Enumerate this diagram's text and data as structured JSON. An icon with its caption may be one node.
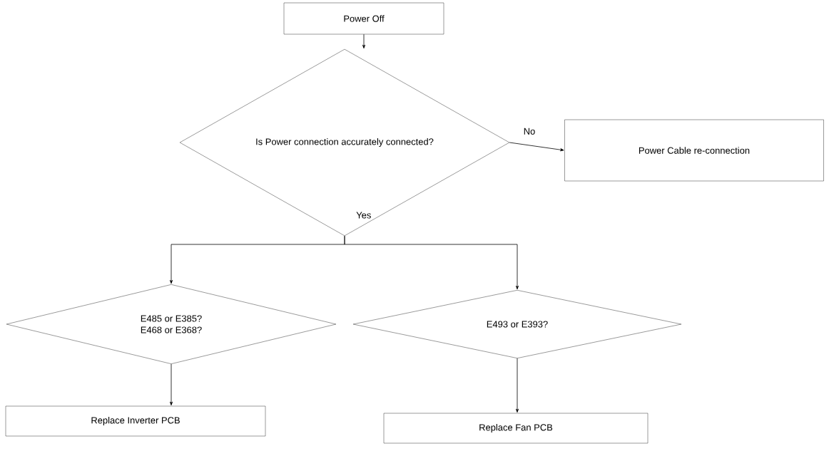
{
  "diagram": {
    "nodes": [
      {
        "text": [
          "Power Off"
        ]
      },
      {
        "text": [
          "Is Power connection accurately connected?"
        ]
      },
      {
        "text": [
          "Power Cable re-connection"
        ]
      },
      {
        "text": [
          "E485 or E385?",
          "E468 or E368?"
        ]
      },
      {
        "text": [
          "E493 or E393?"
        ]
      },
      {
        "text": [
          "Replace Inverter PCB"
        ]
      },
      {
        "text": [
          "Replace Fan PCB"
        ]
      }
    ],
    "edges": [
      {
        "from": 0,
        "to": 1,
        "arrow": "to"
      },
      {
        "from": 1,
        "to": 2,
        "arrow": "to",
        "label": "No"
      },
      {
        "from": 1,
        "to": 3,
        "arrow": "to",
        "label": "Yes"
      },
      {
        "from": 1,
        "to": 4,
        "arrow": "to"
      },
      {
        "from": 3,
        "to": 5,
        "arrow": "to"
      },
      {
        "from": 4,
        "to": 6,
        "arrow": "to"
      }
    ]
  }
}
